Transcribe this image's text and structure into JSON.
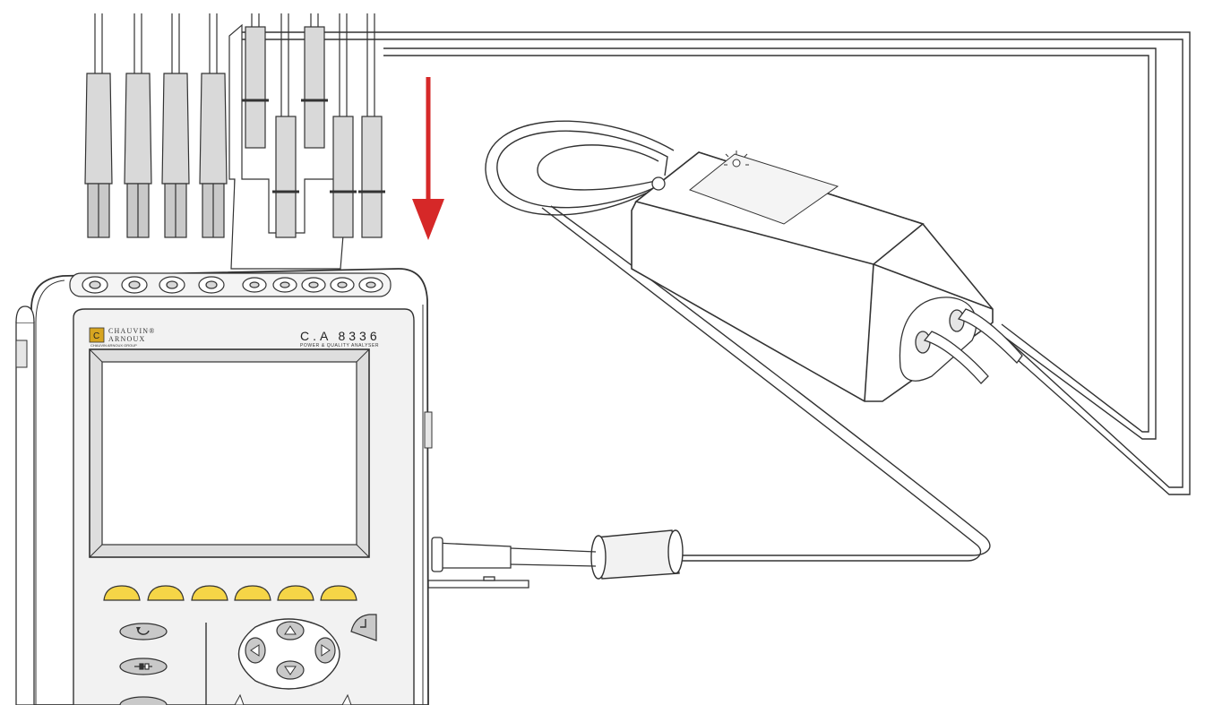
{
  "device": {
    "brand_line1": "CHAUVIN®",
    "brand_line2": "ARNOUX",
    "brand_tagline": "CHAUVIN ARNOUX GROUP",
    "model": "C.A 8336",
    "model_subtitle": "POWER & QUALITY ANALYSER",
    "function_key_color": "#f5d547",
    "function_key_count": 6
  },
  "arrow": {
    "color": "#d62828",
    "direction": "down"
  },
  "icons": [
    "return-icon",
    "config-icon",
    "enter-icon",
    "nav-up-icon",
    "nav-down-icon",
    "nav-left-icon",
    "nav-right-icon",
    "led-indicator-icon"
  ]
}
